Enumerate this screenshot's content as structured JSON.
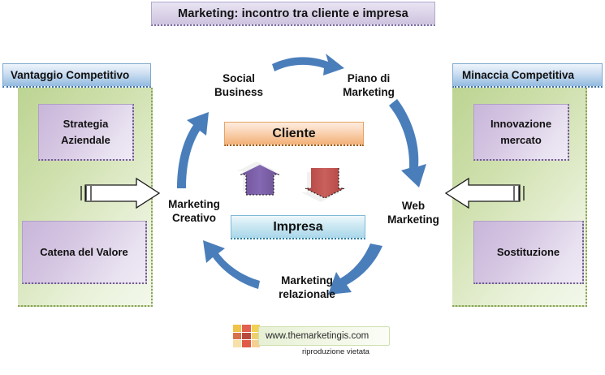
{
  "title": {
    "text": "Marketing: incontro tra cliente e impresa"
  },
  "left_panel": {
    "header": "Vantaggio Competitivo",
    "boxes": [
      {
        "label": "Strategia Aziendale",
        "name": "strategia-aziendale"
      },
      {
        "label": "Catena del Valore",
        "name": "catena-del-valore"
      }
    ],
    "arrow": "white-block-arrow-right"
  },
  "right_panel": {
    "header": "Minaccia Competitiva",
    "boxes": [
      {
        "label": "Innovazione mercato",
        "name": "innovazione-mercato"
      },
      {
        "label": "Sostituzione",
        "name": "sostituzione"
      }
    ],
    "arrow": "white-block-arrow-left"
  },
  "center": {
    "top_box": "Cliente",
    "bottom_box": "Impresa",
    "up_arrow": "purple-up-arrow",
    "down_arrow": "red-down-arrow"
  },
  "cycle": {
    "labels": [
      {
        "id": "social-business",
        "line1": "Social",
        "line2": "Business"
      },
      {
        "id": "piano-di-marketing",
        "line1": "Piano di",
        "line2": "Marketing"
      },
      {
        "id": "web-marketing",
        "line1": "Web",
        "line2": "Marketing"
      },
      {
        "id": "marketing-relazionale",
        "line1": "Marketing",
        "line2": "relazionale"
      },
      {
        "id": "marketing-creativo",
        "line1": "Marketing",
        "line2": "Creativo"
      }
    ],
    "arrow_count": 5,
    "direction": "clockwise"
  },
  "footer": {
    "url": "www.themarketingis.com",
    "note": "riproduzione vietata",
    "logo_colors": [
      "#f0c24a",
      "#e2604f",
      "#f2cf55",
      "#d9704c",
      "#b84a3c",
      "#eccf6e",
      "#f7e1a8",
      "#e05a45",
      "#f6cf93"
    ]
  },
  "colors": {
    "cycle_arrow": "#4a7ebb",
    "cliente_accent": "#f3b077",
    "impresa_accent": "#a9d7ea",
    "panel_green": "#cfe0ad",
    "subbox_purple": "#d6c7e3",
    "header_blue": "#93bbe0",
    "title_lavender": "#ddd6ea",
    "up_arrow": "#7a5ea8",
    "down_arrow": "#c0504d"
  }
}
